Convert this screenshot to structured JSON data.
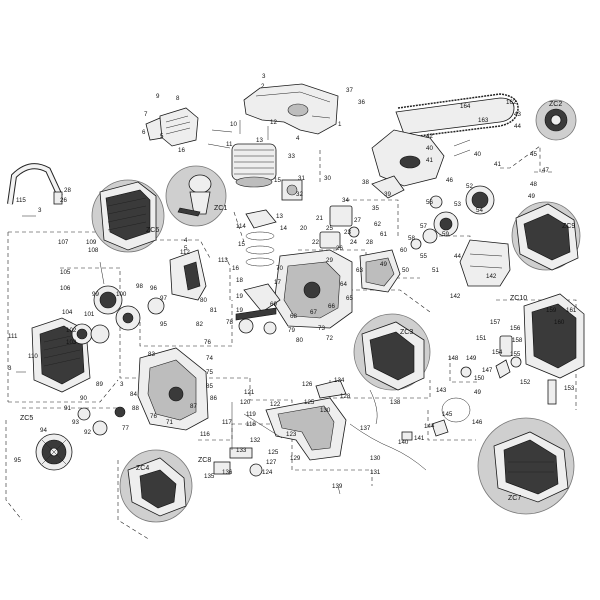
{
  "detail_callouts": [
    {
      "id": "zc2",
      "label": "ZC2"
    },
    {
      "id": "zc1",
      "label": "ZC1"
    },
    {
      "id": "zc6",
      "label": "ZC6"
    },
    {
      "id": "zc9",
      "label": "ZC9"
    },
    {
      "id": "zc10",
      "label": "ZC10"
    },
    {
      "id": "zc3",
      "label": "ZC3"
    },
    {
      "id": "zc5",
      "label": "ZC5"
    },
    {
      "id": "zc8",
      "label": "ZC8"
    },
    {
      "id": "zc4",
      "label": "ZC4"
    },
    {
      "id": "zc7",
      "label": "ZC7"
    }
  ],
  "part_numbers": {
    "n1": "1",
    "n2": "2",
    "n3": "3",
    "n4": "4",
    "n5": "5",
    "n6": "6",
    "n7": "7",
    "n8": "8",
    "n9": "9",
    "n10": "10",
    "n11": "11",
    "n12": "12",
    "n13": "13",
    "n14": "14",
    "n15": "15",
    "n16": "16",
    "n17": "17",
    "n18": "18",
    "n19": "19",
    "n20": "20",
    "n21": "21",
    "n22": "22",
    "n23": "23",
    "n24": "24",
    "n25": "25",
    "n26": "26",
    "n27": "27",
    "n28": "28",
    "n29": "29",
    "n30": "30",
    "n31": "31",
    "n32": "32",
    "n33": "33",
    "n34": "34",
    "n35": "35",
    "n36": "36",
    "n37": "37",
    "n38": "38",
    "n39": "39",
    "n40": "40",
    "n41": "41",
    "n42": "42",
    "n43": "43",
    "n44": "44",
    "n45": "45",
    "n46": "46",
    "n47": "47",
    "n48": "48",
    "n49": "49",
    "n50": "50",
    "n51": "51",
    "n52": "52",
    "n53": "53",
    "n54": "54",
    "n55": "55",
    "n56": "56",
    "n57": "57",
    "n58": "58",
    "n59": "59",
    "n60": "60",
    "n61": "61",
    "n62": "62",
    "n63": "63",
    "n64": "64",
    "n65": "65",
    "n66": "66",
    "n67": "67",
    "n68": "68",
    "n69": "69",
    "n70": "70",
    "n71": "71",
    "n72": "72",
    "n73": "73",
    "n74": "74",
    "n75": "75",
    "n76": "76",
    "n77": "77",
    "n78": "78",
    "n79": "79",
    "n80": "80",
    "n81": "81",
    "n82": "82",
    "n83": "83",
    "n84": "84",
    "n85": "85",
    "n86": "86",
    "n87": "87",
    "n88": "88",
    "n89": "89",
    "n90": "90",
    "n91": "91",
    "n92": "92",
    "n93": "93",
    "n94": "94",
    "n95": "95",
    "n96": "96",
    "n97": "97",
    "n98": "98",
    "n99": "99",
    "n100": "100",
    "n101": "101",
    "n102": "102",
    "n103": "103",
    "n104": "104",
    "n105": "105",
    "n106": "106",
    "n107": "107",
    "n108": "108",
    "n109": "109",
    "n110": "110",
    "n111": "111",
    "n112": "112",
    "n113": "113",
    "n114": "114",
    "n115": "115",
    "n116": "116",
    "n117": "117",
    "n118": "118",
    "n119": "119",
    "n120": "120",
    "n121": "121",
    "n122": "122",
    "n123": "123",
    "n124": "124",
    "n125": "125",
    "n126": "126",
    "n127": "127",
    "n128": "128",
    "n129": "129",
    "n130": "130",
    "n131": "131",
    "n132": "132",
    "n133": "133",
    "n134": "134",
    "n135": "135",
    "n136": "136",
    "n137": "137",
    "n138": "138",
    "n139": "139",
    "n140": "140",
    "n141": "141",
    "n142": "142",
    "n143": "143",
    "n144": "144",
    "n145": "145",
    "n146": "146",
    "n147": "147",
    "n148": "148",
    "n149": "149",
    "n150": "150",
    "n151": "151",
    "n152": "152",
    "n153": "153",
    "n154": "154",
    "n155": "155",
    "n156": "156",
    "n157": "157",
    "n158": "158",
    "n159": "159",
    "n160": "160",
    "n161": "161",
    "n162": "162",
    "n163": "163",
    "n164": "164"
  }
}
